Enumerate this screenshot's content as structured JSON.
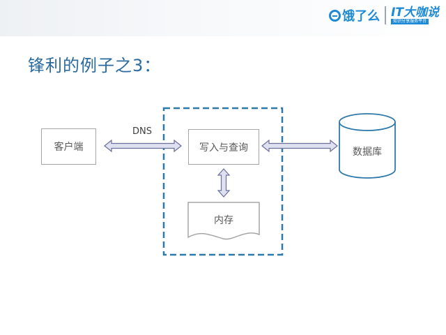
{
  "title": "锋利的例子之3：",
  "logos": {
    "eleme": "饿了么",
    "it": "IT大咖说",
    "it_sub": "知识分享服务平台"
  },
  "nodes": {
    "client": "客户端",
    "write_query": "写入与查询",
    "memory": "内存",
    "database": "数据库"
  },
  "edges": {
    "dns": "DNS"
  },
  "colors": {
    "title": "#2a6a9e",
    "dashed_border": "#2f79a9",
    "arrow_fill": "#dfe1f0",
    "arrow_stroke": "#6b6f9a"
  }
}
